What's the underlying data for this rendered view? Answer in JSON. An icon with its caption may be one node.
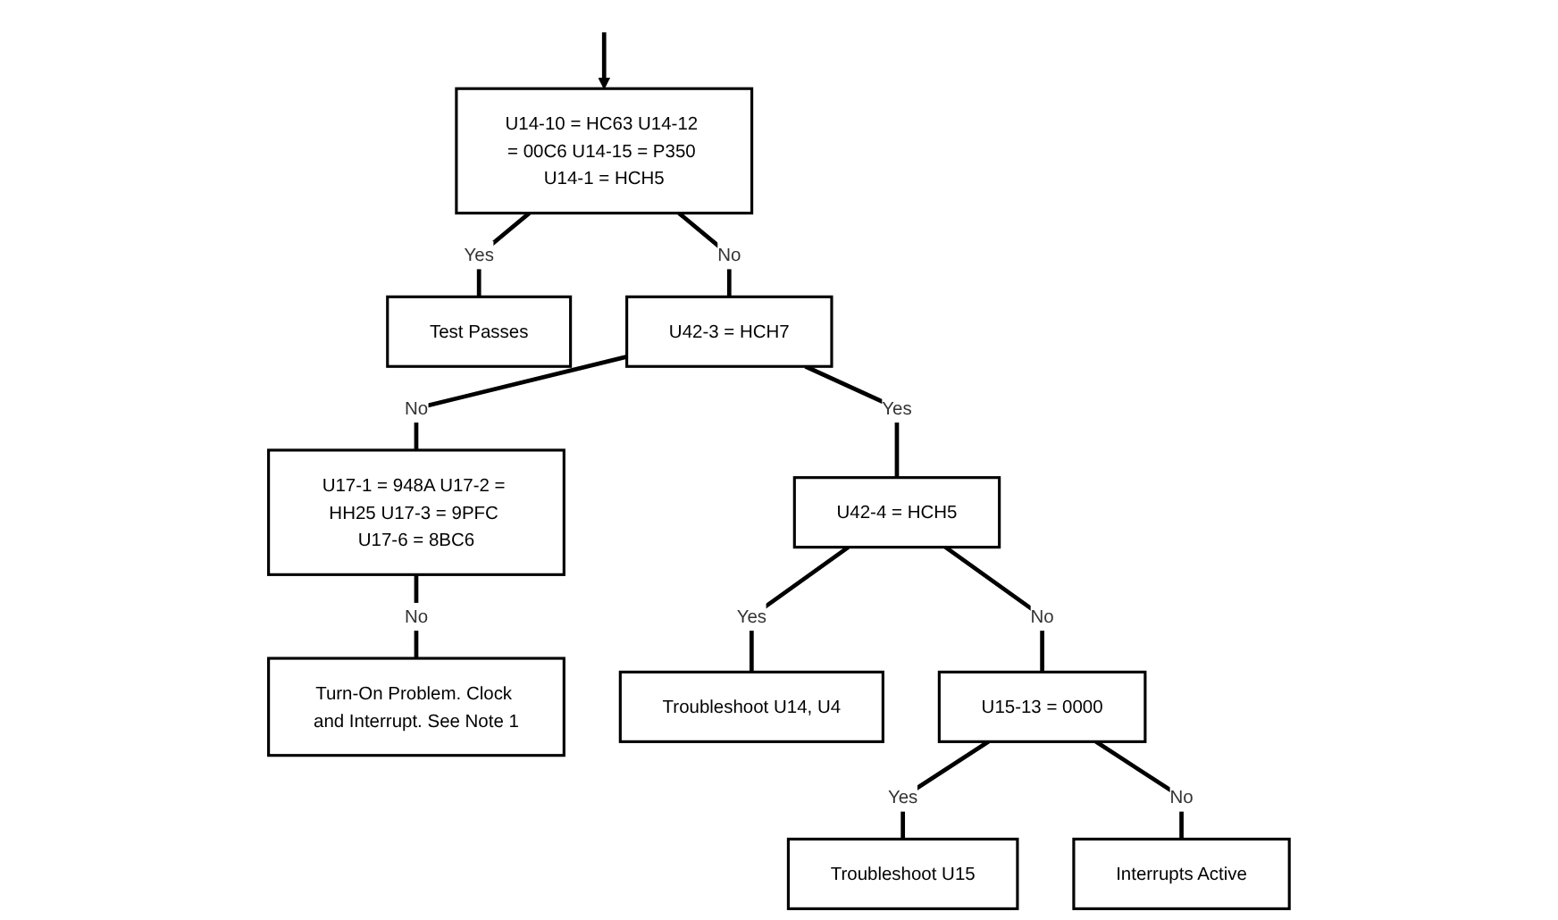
{
  "diagram": {
    "nodes": [
      {
        "text": [
          "U14-10 = HC63 U14-12 = 00C6 U14-15 = P350 U14-1 = HCH5"
        ]
      },
      {
        "text": [
          "Test Passes"
        ]
      },
      {
        "text": [
          "U42-3 = HCH7"
        ]
      },
      {
        "text": [
          "U17-1 = 948A U17-2 = HH25 U17-3 = 9PFC U17-6 = 8BC6"
        ]
      },
      {
        "text": [
          "Turn-On Problem. Clock and Interrupt. See Note 1"
        ]
      },
      {
        "text": [
          "U42-4 = HCH5"
        ]
      },
      {
        "text": [
          "Troubleshoot U14, U4"
        ]
      },
      {
        "text": [
          "U15-13 = 0000"
        ]
      },
      {
        "text": [
          "Troubleshoot U15"
        ]
      },
      {
        "text": [
          "Interrupts Active"
        ]
      }
    ],
    "edges": [
      {
        "from": null,
        "to": 0,
        "arrow": "to"
      },
      {
        "from": 0,
        "to": 1,
        "arrow": "none",
        "label": "Yes"
      },
      {
        "from": 0,
        "to": 2,
        "arrow": "none",
        "label": "No"
      },
      {
        "from": 2,
        "to": 5,
        "arrow": "none",
        "label": "Yes"
      },
      {
        "from": 2,
        "to": 3,
        "arrow": "none",
        "label": "No"
      },
      {
        "from": 3,
        "to": 4,
        "arrow": "none",
        "label": "No"
      },
      {
        "from": 5,
        "to": 6,
        "arrow": "none",
        "label": "Yes"
      },
      {
        "from": 5,
        "to": 7,
        "arrow": "none",
        "label": "No"
      },
      {
        "from": 7,
        "to": 8,
        "arrow": "none",
        "label": "Yes"
      },
      {
        "from": 7,
        "to": 9,
        "arrow": "none",
        "label": "No"
      }
    ]
  }
}
